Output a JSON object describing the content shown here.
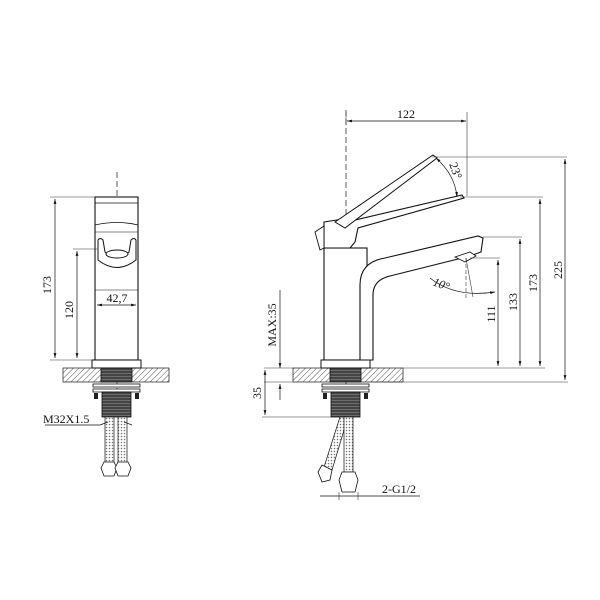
{
  "diagram": {
    "type": "technical-drawing",
    "subject": "single-lever basin faucet",
    "views": [
      "front-view",
      "side-view"
    ],
    "colors": {
      "line": "#111111",
      "dim_line": "#333333",
      "hatch": "#555555",
      "background": "#ffffff"
    }
  },
  "front_view": {
    "dimensions": {
      "overall_height": "173",
      "spout_outlet_height": "120",
      "body_width": "42,7",
      "thread": "M32X1.5"
    }
  },
  "side_view": {
    "dimensions": {
      "spout_reach": "122",
      "lever_angle": "23°",
      "spout_tilt": "10°",
      "outlet_height": "111",
      "spout_top_height": "133",
      "lever_height": "173",
      "max_lever_height": "225",
      "max_deck_thickness": "MAX:35",
      "below_deck": "35",
      "hoses": "2-G1/2"
    }
  }
}
